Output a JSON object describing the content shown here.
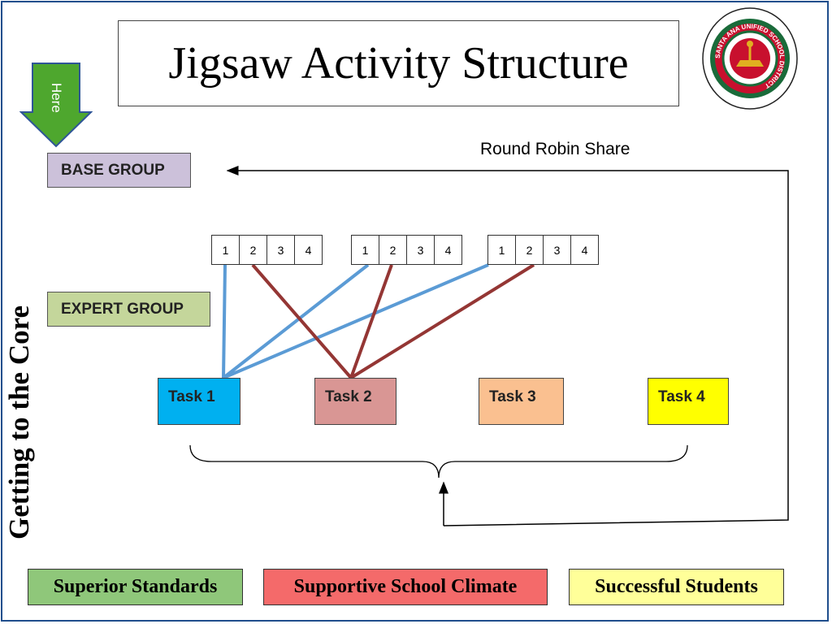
{
  "title": "Jigsaw Activity Structure",
  "here_label": "Here",
  "base_group": "BASE GROUP",
  "expert_group": "EXPERT GROUP",
  "round_robin": "Round Robin Share",
  "side_text": "Getting to the Core",
  "number_groups": [
    [
      "1",
      "2",
      "3",
      "4"
    ],
    [
      "1",
      "2",
      "3",
      "4"
    ],
    [
      "1",
      "2",
      "3",
      "4"
    ]
  ],
  "tasks": [
    "Task 1",
    "Task 2",
    "Task 3",
    "Task 4"
  ],
  "footer": [
    "Superior Standards",
    "Supportive School Climate",
    "Successful Students"
  ],
  "logo_text": "SANTA ANA UNIFIED SCHOOL DISTRICT",
  "colors": {
    "blue_line": "#5b9bd5",
    "red_line": "#943634",
    "arrow_green": "#4ea72e",
    "frame": "#1f4e8c"
  }
}
